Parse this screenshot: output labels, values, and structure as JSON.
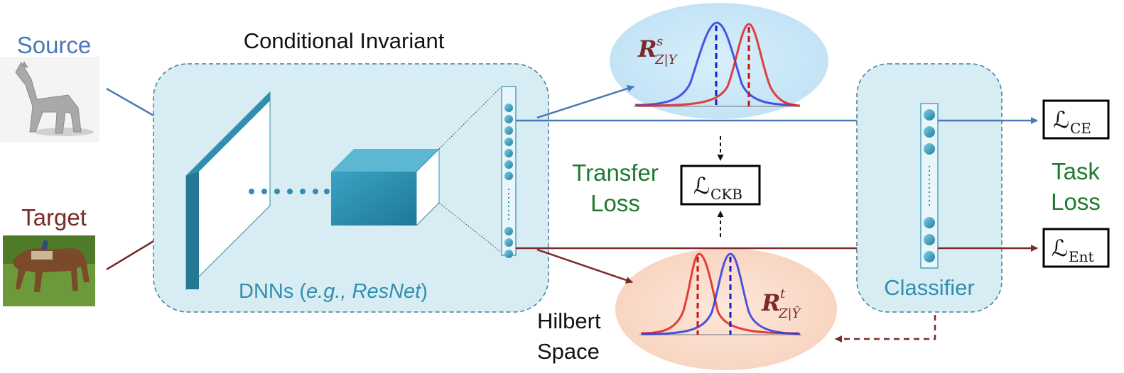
{
  "labels": {
    "source": "Source",
    "target": "Target",
    "conditional_invariant": "Conditional Invariant",
    "dnn_prefix": "DNNs (",
    "dnn_example": "e.g., ResNet",
    "dnn_suffix": ")",
    "transfer_loss_line1": "Transfer",
    "transfer_loss_line2": "Loss",
    "task_loss_line1": "Task",
    "task_loss_line2": "Loss",
    "classifier": "Classifier",
    "hilbert_line1": "Hilbert",
    "hilbert_line2": "Space"
  },
  "losses": {
    "ce_symbol": "ℒ",
    "ce_sub": "CE",
    "ckb_symbol": "ℒ",
    "ckb_sub": "CKB",
    "ent_symbol": "ℒ",
    "ent_sub": "Ent"
  },
  "operators": {
    "source": {
      "symbol": "R",
      "sup": "s",
      "sub": "Z|Y"
    },
    "target": {
      "symbol": "R",
      "sup": "t",
      "sub": "Z|Ŷ"
    }
  },
  "colors": {
    "source_blue": "#4a78b8",
    "target_red": "#7a2a2a",
    "dnn_teal": "#2f8fae",
    "label_green": "#1e7a2e",
    "box_fill": "#d8ecf4",
    "source_ellipse": "#c9e6f7",
    "target_ellipse": "#f9dccb"
  },
  "images": {
    "source_image": "horse-3d-model-icon",
    "target_image": "horse-photo-icon"
  }
}
